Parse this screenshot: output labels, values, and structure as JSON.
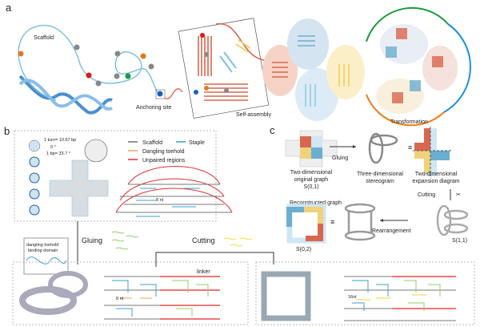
{
  "panels": {
    "a": {
      "letter": "a",
      "scaffold": "Scaffold",
      "anchoring_site": "Anchoring site",
      "self_assembly": "Self-assembly",
      "transformation": "Transformation"
    },
    "b": {
      "letter": "b",
      "turn": "1 turn= 10.67 bp",
      "zero": "0 °",
      "bp": "1 bp= 33.7 °",
      "legend": [
        "Scaffold",
        "Staple",
        "Dangling toehold",
        "Unpaired regions"
      ],
      "nt": "8 nt"
    },
    "c": {
      "letter": "c",
      "original_graph": [
        "Two-dimensional",
        "original graph",
        "S(0,1)"
      ],
      "gluing": "Gluing",
      "stereogram": [
        "Three-dimensional",
        "stereogram"
      ],
      "equiv": "≡",
      "expansion": [
        "Two-dimensional",
        "expansion diagram"
      ],
      "cutting": "Cutting",
      "s11": "S(1,1)",
      "rearrangement": "Rearrangement",
      "reconstructed": "Reconstructed graph",
      "s02": "S(0,2)"
    },
    "bottom": {
      "gluing": "Gluing",
      "cutting": "Cutting",
      "toehold_box": [
        "dangling toehold",
        "binding domain"
      ],
      "linker": "linker",
      "nt8": "8 nt",
      "nt16": "16nt"
    }
  },
  "colors": {
    "scaffold": "#6c6c6c",
    "staple": "#3a9fd0",
    "toehold": "#e8a25a",
    "unpaired": "#e03030",
    "red_tile": "#d9674f",
    "blue_tile": "#6aaed0",
    "yellow_tile": "#f0d27a",
    "green_arrow": "#1a9a3a",
    "blue_arrow": "#1c8fe0",
    "orange_arrow": "#f07a10"
  }
}
